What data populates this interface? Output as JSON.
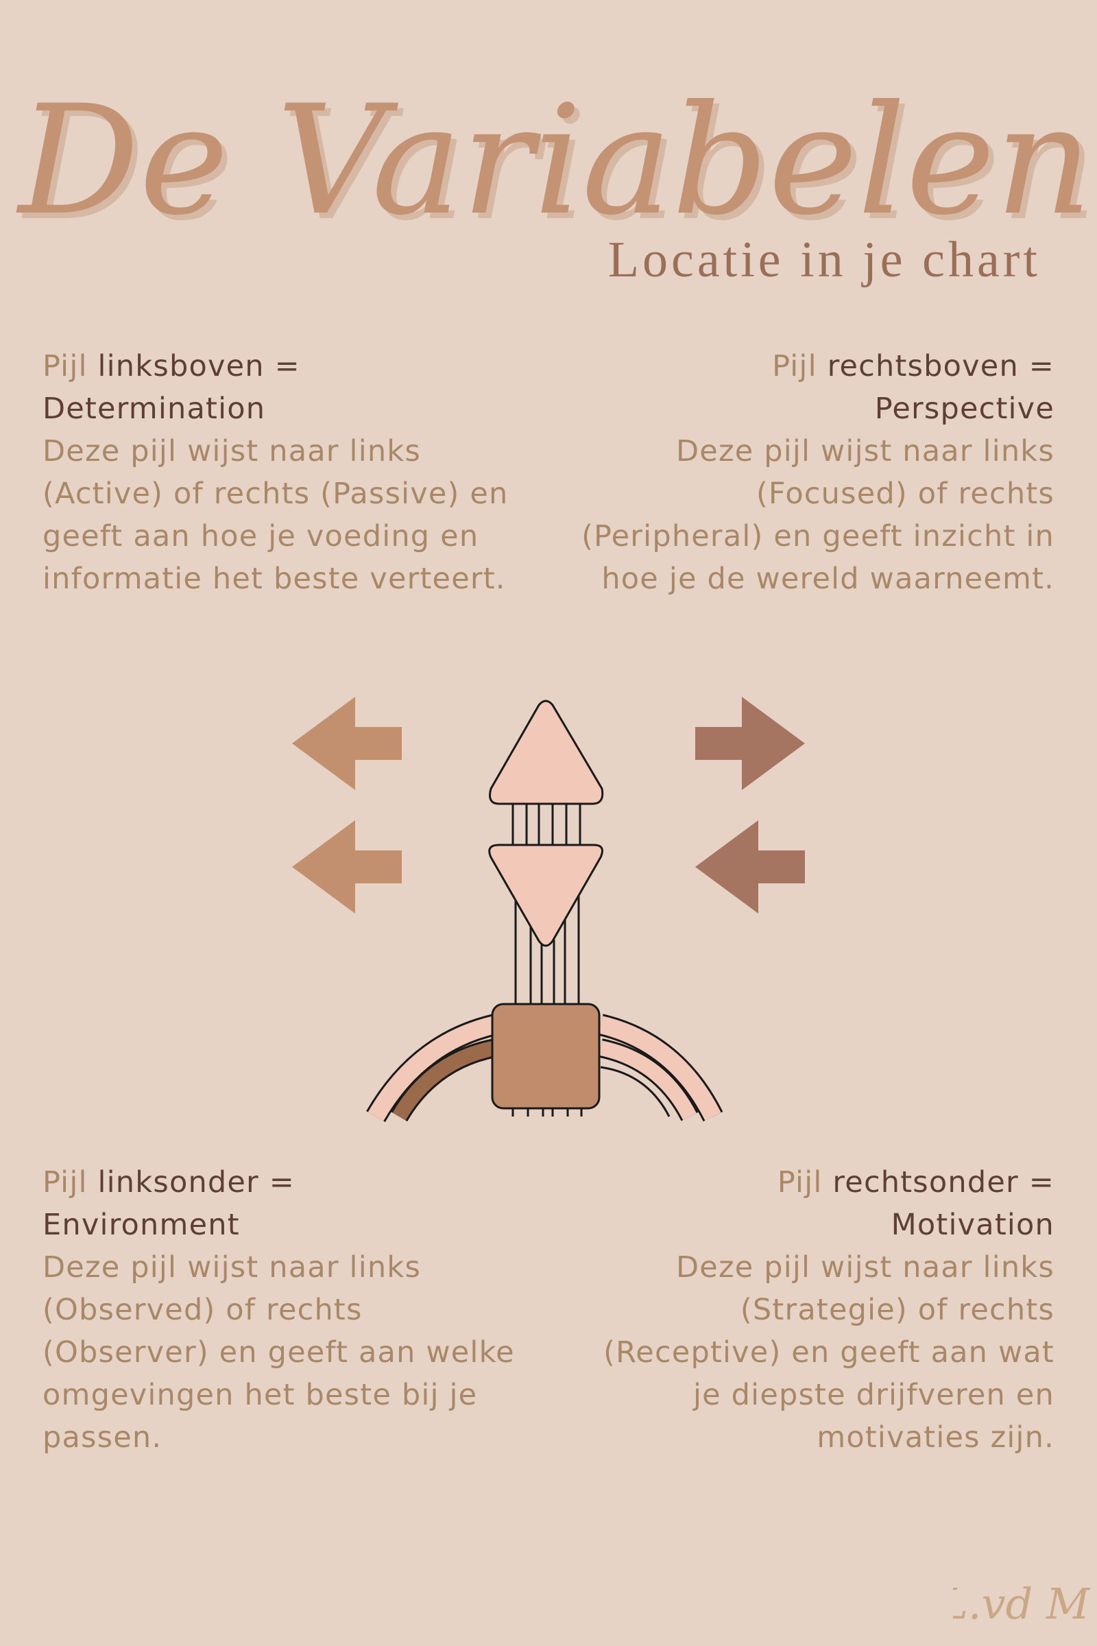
{
  "header": {
    "title": "De Variabelen",
    "subtitle": "Locatie in je chart"
  },
  "blocks": {
    "top_left": {
      "prefix": "Pijl ",
      "position": "linksboven =",
      "name": "Determination",
      "description": "Deze pijl wijst naar links (Active) of rechts (Passive) en geeft aan hoe je voeding en informatie het beste verteert."
    },
    "top_right": {
      "prefix": "Pijl ",
      "position": "rechtsboven =",
      "name": "Perspective",
      "description": "Deze pijl wijst naar links (Focused) of rechts (Peripheral) en geeft inzicht in hoe je de wereld waarneemt."
    },
    "bottom_left": {
      "prefix": "Pijl ",
      "position": "linksonder =",
      "name": "Environment",
      "description": "Deze pijl wijst naar links (Observed) of rechts (Observer) en geeft aan welke omgevingen het beste bij je passen."
    },
    "bottom_right": {
      "prefix": "Pijl ",
      "position": "rechtsonder =",
      "name": "Motivation",
      "description": "Deze pijl wijst naar links (Strategie) of rechts (Receptive) en geeft aan wat je diepste drijfveren en motivaties zijn."
    }
  },
  "signature": "L.vd M.",
  "icons": {
    "top_left_arrow": "arrow-left-icon",
    "bottom_left_arrow": "arrow-left-icon",
    "top_right_arrow": "arrow-right-icon",
    "bottom_right_arrow": "arrow-left-icon",
    "center_figure": "bodygraph-icon"
  },
  "colors": {
    "background": "#e6d3c6",
    "title": "#c49374",
    "title_shadow": "#d5b9a5",
    "subtitle": "#9b6e57",
    "gold_line": "#c9a14f",
    "text_dark": "#5e4033",
    "text_light": "#a98867",
    "arrow_left": "#c28f6f",
    "arrow_right": "#a57562",
    "shape_fill": "#f2c9b8",
    "square_fill": "#c08c6c",
    "brown_arc": "#9a6a4a",
    "outline": "#1a1a1a"
  }
}
